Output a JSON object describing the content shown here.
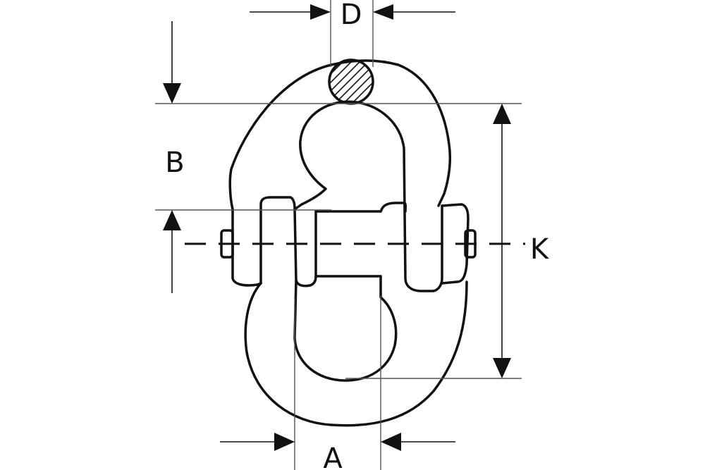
{
  "diagram": {
    "labels": {
      "d": "D",
      "b": "B",
      "k": "K",
      "a": "A"
    },
    "colors": {
      "stroke": "#111111",
      "background": "#ffffff"
    }
  }
}
